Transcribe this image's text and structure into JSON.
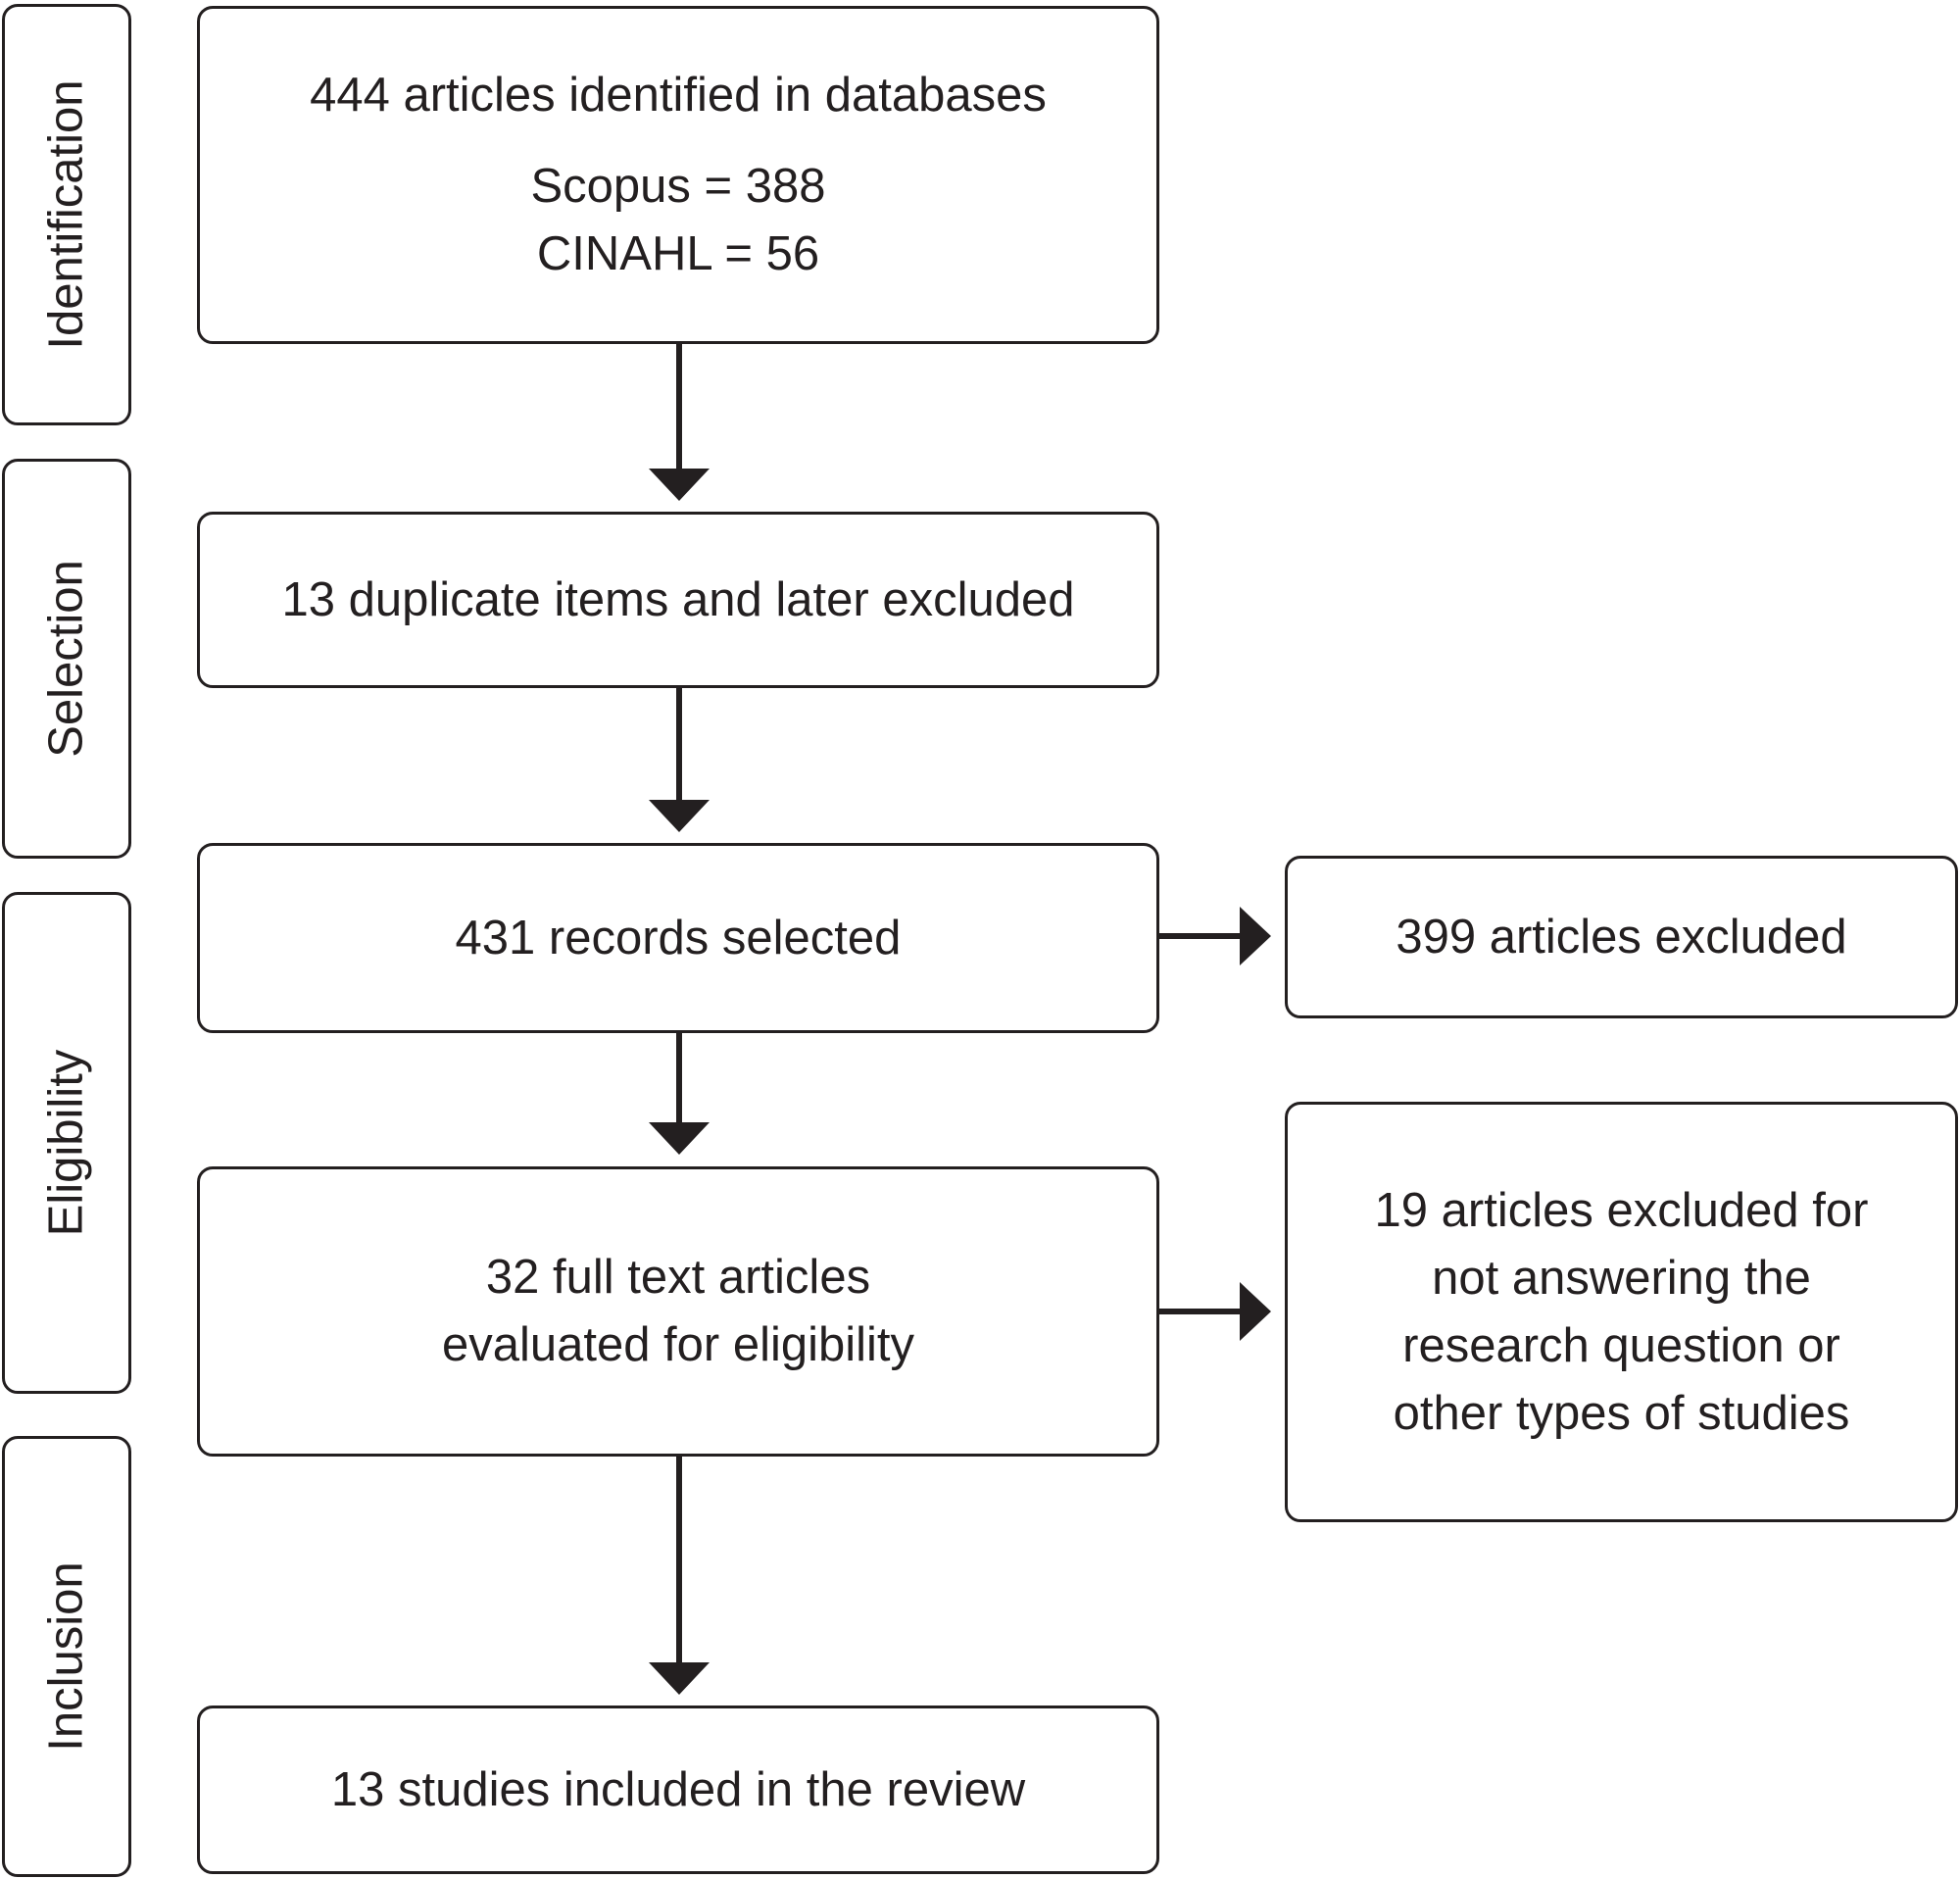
{
  "phases": [
    {
      "label": "Identification"
    },
    {
      "label": "Selection"
    },
    {
      "label": "Eligibility"
    },
    {
      "label": "Inclusion"
    }
  ],
  "boxes": {
    "identification": {
      "title": "444 articles identified in databases",
      "scopus": "Scopus = 388",
      "cinahl": "CINAHL = 56"
    },
    "duplicates": {
      "text": "13 duplicate items and later excluded"
    },
    "records_selected": {
      "text": "431 records selected"
    },
    "excluded_399": {
      "text": "399 articles excluded"
    },
    "full_text": {
      "line1": "32 full text articles",
      "line2": "evaluated for eligibility"
    },
    "excluded_19": {
      "line1": "19 articles excluded for",
      "line2": "not answering the",
      "line3": "research question or",
      "line4": "other types of studies"
    },
    "included": {
      "text": "13 studies included in the review"
    }
  }
}
